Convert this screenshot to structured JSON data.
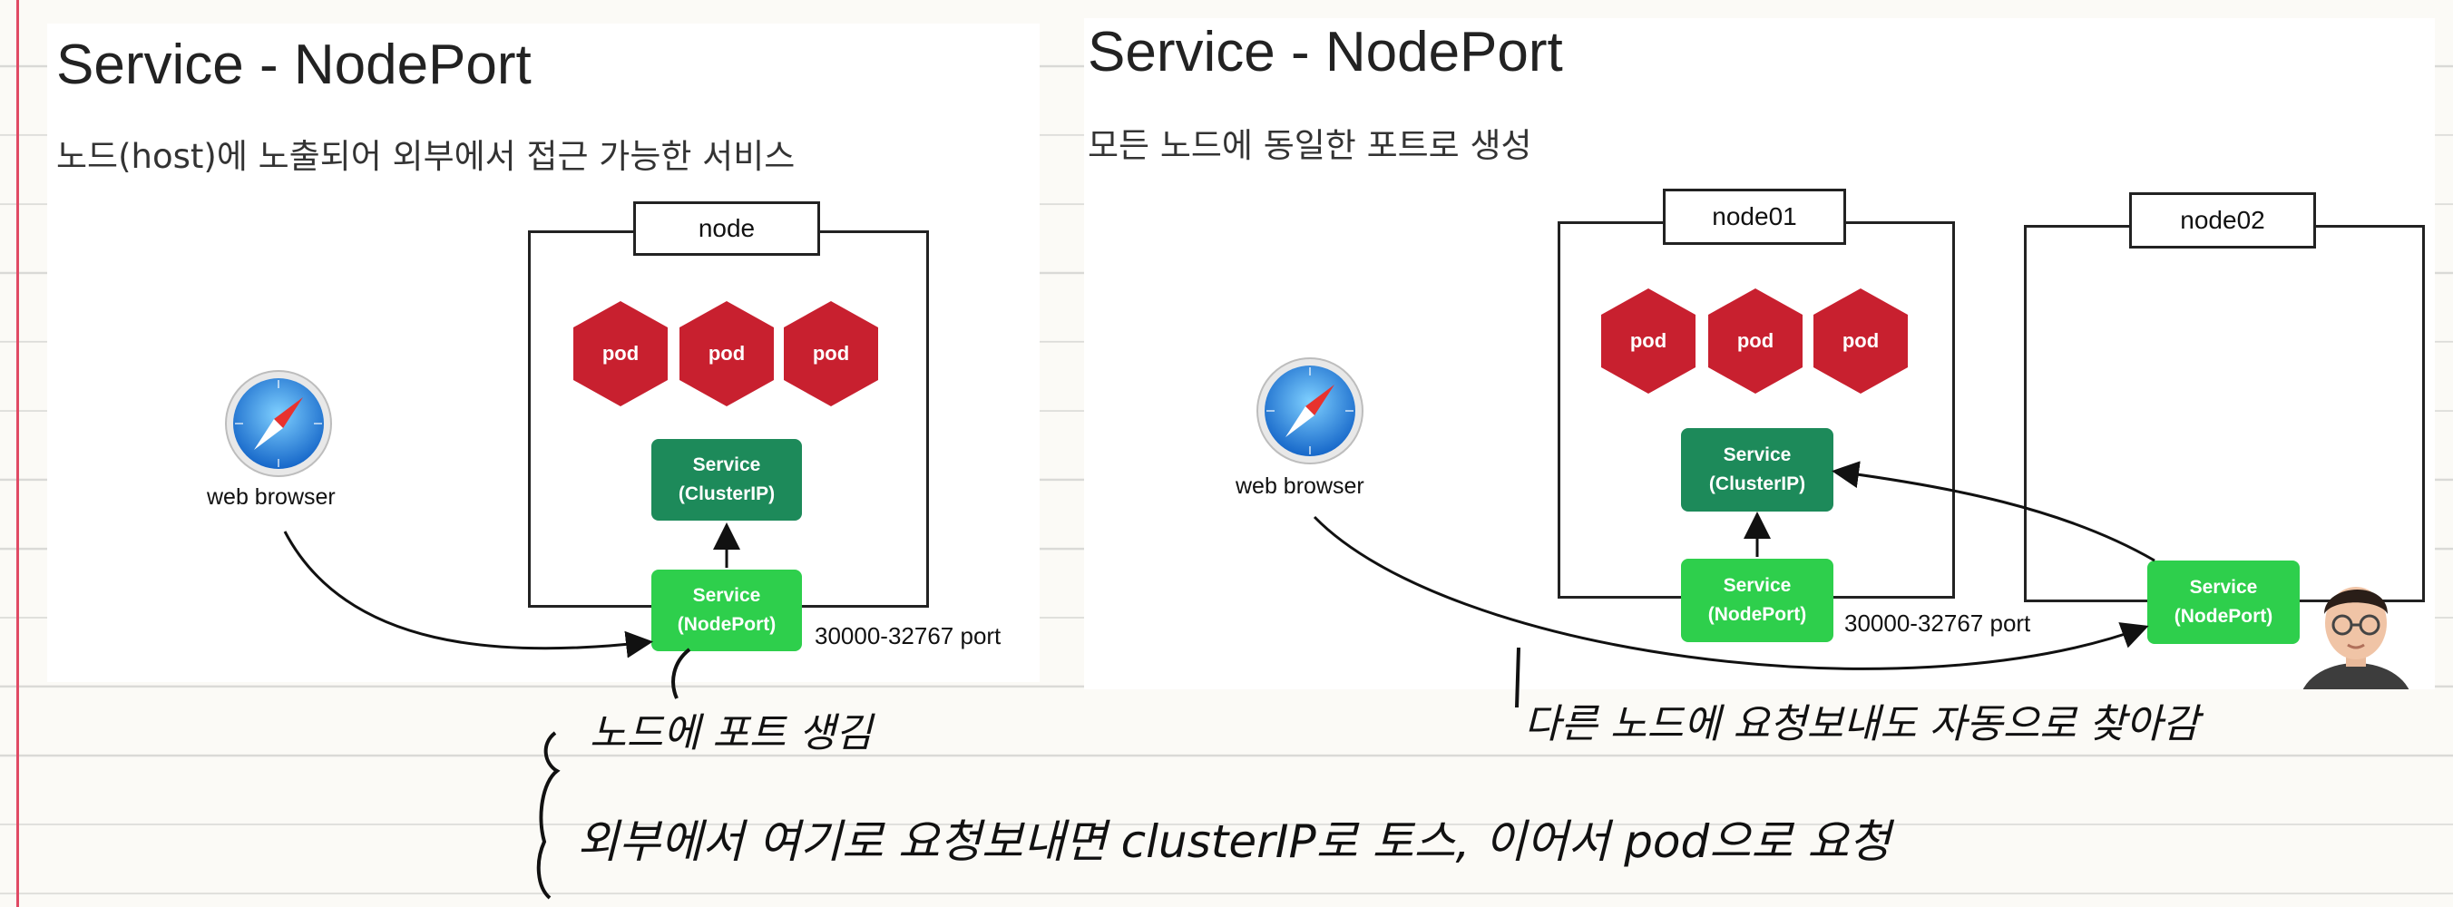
{
  "left_slide": {
    "title": "Service - NodePort",
    "subtitle": "노드(host)에 노출되어 외부에서 접근 가능한 서비스",
    "node_label": "node",
    "pods": [
      "pod",
      "pod",
      "pod"
    ],
    "cluster_service": {
      "line1": "Service",
      "line2": "(ClusterIP)"
    },
    "nodeport_service": {
      "line1": "Service",
      "line2": "(NodePort)"
    },
    "port_range": "30000-32767 port",
    "browser_label": "web browser"
  },
  "right_slide": {
    "title": "Service - NodePort",
    "subtitle": "모든 노드에 동일한 포트로 생성",
    "node1_label": "node01",
    "node2_label": "node02",
    "pods": [
      "pod",
      "pod",
      "pod"
    ],
    "cluster_service": {
      "line1": "Service",
      "line2": "(ClusterIP)"
    },
    "nodeport_service_1": {
      "line1": "Service",
      "line2": "(NodePort)"
    },
    "nodeport_service_2": {
      "line1": "Service",
      "line2": "(NodePort)"
    },
    "port_range": "30000-32767 port",
    "browser_label": "web browser"
  },
  "handwriting": {
    "note1": "노드에 포트 생김",
    "note2": "다른 노드에 요청보내도 자동으로 찾아감",
    "note3": "외부에서 여기로 요청보내면 clusterIP로 토스, 이어서 pod으로 요청"
  },
  "colors": {
    "pod": "#c8202f",
    "cluster_ip": "#1d8a5a",
    "node_port": "#2ecf4c",
    "margin_line": "#e04a64"
  },
  "icons": {
    "browser": "compass-icon"
  }
}
